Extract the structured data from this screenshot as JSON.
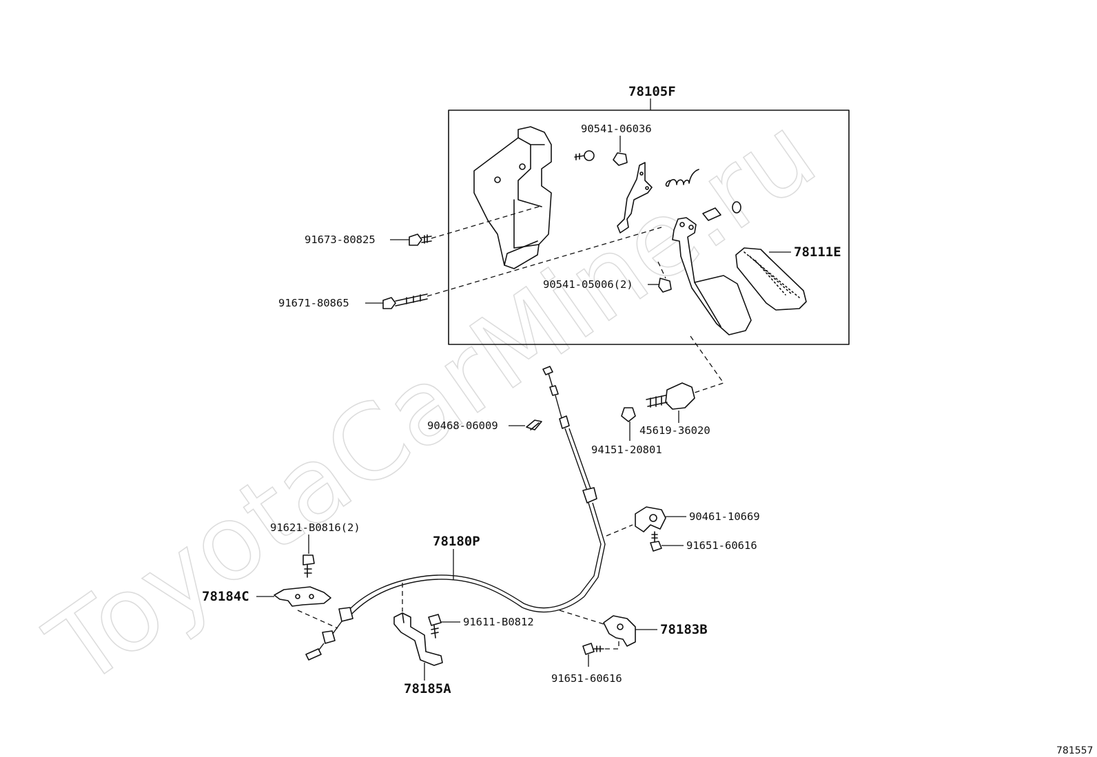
{
  "watermark": "ToyotaCarMine.ru",
  "catalog_number": "781557",
  "parts": {
    "p78105F": "78105F",
    "p90541_06036": "90541-06036",
    "p91673_80825": "91673-80825",
    "p78111E": "78111E",
    "p90541_05006": "90541-05006(2)",
    "p91671_80865": "91671-80865",
    "p90468_06009": "90468-06009",
    "p45619_36020": "45619-36020",
    "p94151_20801": "94151-20801",
    "p90461_10669": "90461-10669",
    "p91621_B0816": "91621-B0816(2)",
    "p78180P": "78180P",
    "p91651_60616_a": "91651-60616",
    "p78184C": "78184C",
    "p91611_B0812": "91611-B0812",
    "p78183B": "78183B",
    "p91651_60616_b": "91651-60616",
    "p78185A": "78185A"
  }
}
